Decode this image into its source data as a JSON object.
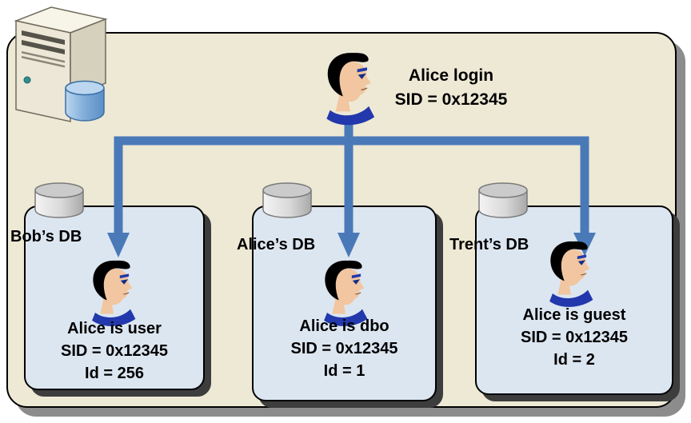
{
  "colors": {
    "panel_background": "#EDE9D5",
    "panel_shadow": "#8C8C8C",
    "database_box_background": "#DCE6F1",
    "database_box_shadow": "#3D3D3D",
    "arrow": "#4A79B8",
    "text": "#000000"
  },
  "login": {
    "line1": "Alice login",
    "line2": "SID = 0x12345"
  },
  "databases": [
    {
      "name": "Bob’s DB",
      "role": "Alice is user",
      "sid": "SID = 0x12345",
      "id": "Id = 256"
    },
    {
      "name": "Alice’s DB",
      "role": "Alice is dbo",
      "sid": "SID = 0x12345",
      "id": "Id = 1"
    },
    {
      "name": "Trent’s DB",
      "role": "Alice is guest",
      "sid": "SID = 0x12345",
      "id": "Id = 2"
    }
  ],
  "icons": {
    "server": "server-with-database-icon",
    "database_cylinder": "database-cylinder-icon",
    "person": "person-head-icon",
    "arrow": "blue-mapping-arrows"
  }
}
